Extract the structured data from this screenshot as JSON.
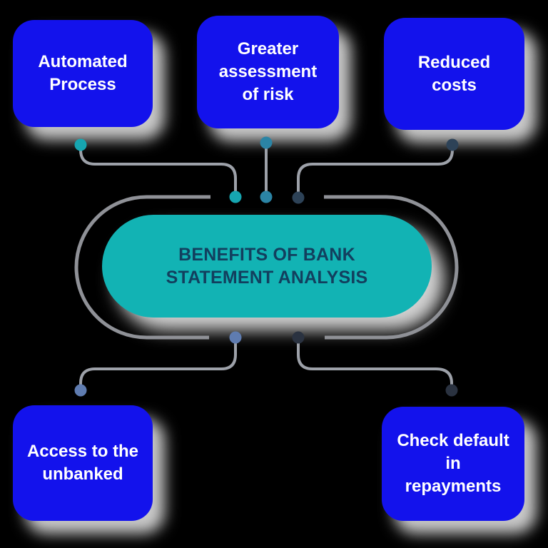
{
  "diagram": {
    "center": {
      "lines": [
        "BENEFITS OF BANK",
        "STATEMENT ANALYSIS"
      ]
    },
    "nodes": [
      {
        "id": "automated-process",
        "position": "top-left",
        "lines": [
          "Automated",
          "Process"
        ]
      },
      {
        "id": "greater-assessment",
        "position": "top-center",
        "lines": [
          "Greater",
          "assessment",
          "of risk"
        ]
      },
      {
        "id": "reduced-costs",
        "position": "top-right",
        "lines": [
          "Reduced",
          "costs"
        ]
      },
      {
        "id": "access-unbanked",
        "position": "bottom-left",
        "lines": [
          "Access to the",
          "unbanked"
        ]
      },
      {
        "id": "check-default",
        "position": "bottom-right",
        "lines": [
          "Check default",
          "in",
          "repayments"
        ]
      }
    ]
  },
  "colors": {
    "background": "#000000",
    "box_blue": "#1312ec",
    "box_text": "#ffffff",
    "pill_teal": "#12b3b4",
    "pill_text": "#123f5e",
    "ring_gray": "#8f9197",
    "connector_gray": "#9da1a9",
    "dot_teal": "#16a5b0",
    "dot_steel_blue": "#2b84a5",
    "dot_navy": "#2d4257",
    "dot_slate_blue": "#5f7cb0",
    "dot_dark_navy": "#2a3240"
  }
}
